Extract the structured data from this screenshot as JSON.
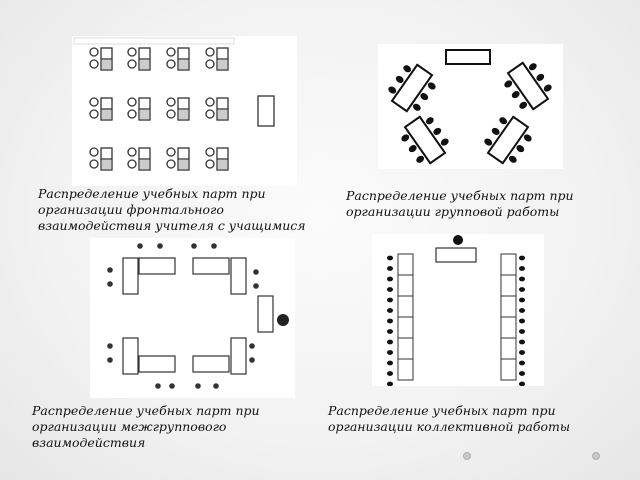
{
  "slide": {
    "captions": {
      "frontal": "Распределение учебных парт при организации фронтального взаимодействия учителя с учащимися",
      "group": "Распределение учебных парт при организации групповой работы",
      "intergroup": "Распределение учебных парт при организации межгруппового взаимодействия",
      "collective": "Распределение учебных парт при организации коллективной работы"
    }
  }
}
